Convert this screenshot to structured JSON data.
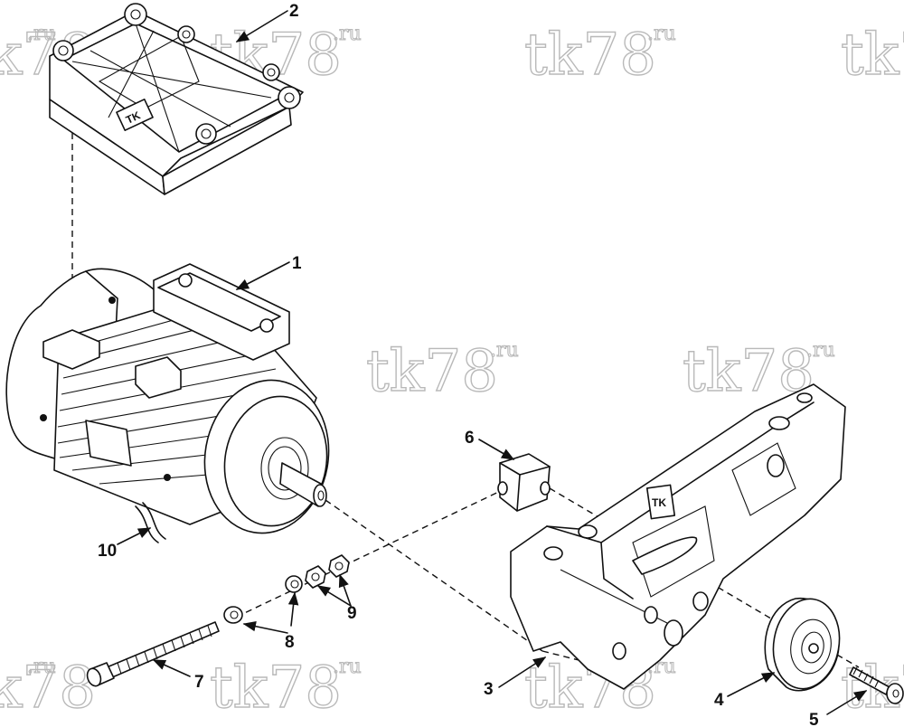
{
  "watermark": {
    "main": "tk78",
    "suffix": ".ru"
  },
  "callouts": [
    {
      "id": "part-1",
      "label": "1"
    },
    {
      "id": "part-2",
      "label": "2"
    },
    {
      "id": "part-3",
      "label": "3"
    },
    {
      "id": "part-4",
      "label": "4"
    },
    {
      "id": "part-5",
      "label": "5"
    },
    {
      "id": "part-6",
      "label": "6"
    },
    {
      "id": "part-7",
      "label": "7"
    },
    {
      "id": "part-8",
      "label": "8"
    },
    {
      "id": "part-9",
      "label": "9"
    },
    {
      "id": "part-10",
      "label": "10"
    }
  ],
  "logo_text": "TK"
}
